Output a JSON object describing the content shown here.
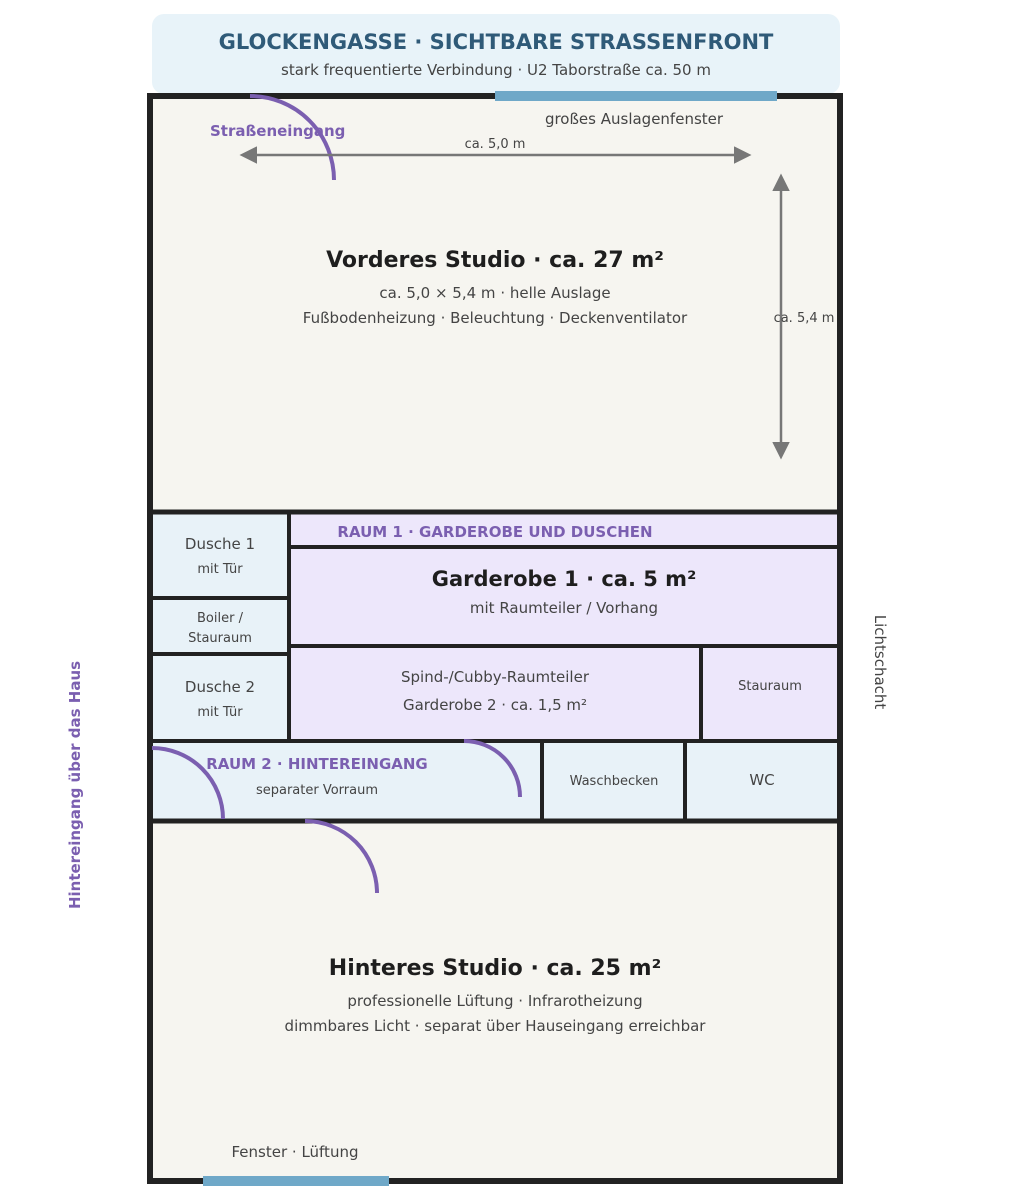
{
  "street": {
    "title": "GLOCKENGASSE · SICHTBARE STRASSENFRONT",
    "subtitle": "stark frequentierte Verbindung · U2 Taborstraße ca. 50 m"
  },
  "front_studio": {
    "entrance_label": "Straßeneingang",
    "window_label": "großes Auslagenfenster",
    "width_label": "ca. 5,0 m",
    "height_label": "ca. 5,4 m",
    "title": "Vorderes Studio · ca. 27 m²",
    "line1": "ca. 5,0 × 5,4 m · helle Auslage",
    "line2": "Fußbodenheizung · Beleuchtung · Deckenventilator"
  },
  "room1": {
    "header": "RAUM 1 · GARDEROBE UND DUSCHEN",
    "shower1_title": "Dusche 1",
    "shower1_sub": "mit Tür",
    "boiler_line1": "Boiler /",
    "boiler_line2": "Stauraum",
    "shower2_title": "Dusche 2",
    "shower2_sub": "mit Tür",
    "wardrobe1_title": "Garderobe 1 · ca. 5 m²",
    "wardrobe1_sub": "mit Raumteiler / Vorhang",
    "wardrobe2_line1": "Spind-/Cubby-Raumteiler",
    "wardrobe2_line2": "Garderobe 2 · ca. 1,5 m²",
    "storage": "Stauraum"
  },
  "room2": {
    "header": "RAUM 2 · HINTEREINGANG",
    "sub": "separater Vorraum",
    "sink": "Waschbecken",
    "wc": "WC"
  },
  "back_studio": {
    "title": "Hinteres Studio · ca. 25 m²",
    "line1": "professionelle Lüftung · Infrarotheizung",
    "line2": "dimmbares Licht · separat über Hauseingang erreichbar",
    "window_label": "Fenster · Lüftung"
  },
  "side_labels": {
    "left": "Hintereingang über das Haus",
    "right": "Lichtschacht"
  },
  "colors": {
    "wall": "#222222",
    "floor": "#f6f5f0",
    "wet_room": "#e8f2f8",
    "wardrobe": "#ede7fb",
    "accent_purple": "#7b5fb0",
    "window_blue": "#6fa8c8",
    "title_blue": "#2f5a78",
    "dimension_gray": "#777777"
  }
}
